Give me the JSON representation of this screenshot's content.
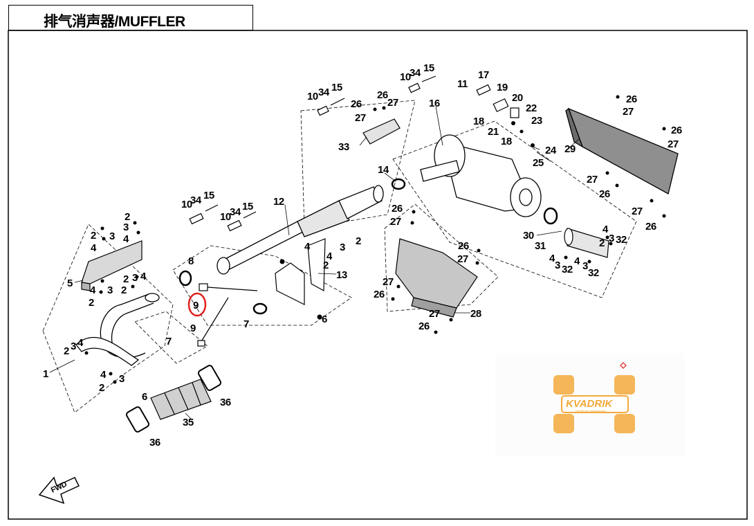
{
  "title": "排气消声器/MUFFLER",
  "highlighted_part": "9",
  "highlight_color": "#e0201d",
  "direction_label": "FWD",
  "watermark": {
    "brand": "KVADRIK",
    "tagline": "свобода движения",
    "color": "#f2a93b"
  },
  "labels": [
    "1",
    "2",
    "3",
    "4",
    "5",
    "6",
    "7",
    "8",
    "9",
    "10",
    "11",
    "12",
    "13",
    "14",
    "15",
    "16",
    "17",
    "18",
    "19",
    "20",
    "21",
    "22",
    "23",
    "24",
    "25",
    "26",
    "27",
    "28",
    "29",
    "30",
    "31",
    "32",
    "33",
    "34",
    "35",
    "36"
  ]
}
